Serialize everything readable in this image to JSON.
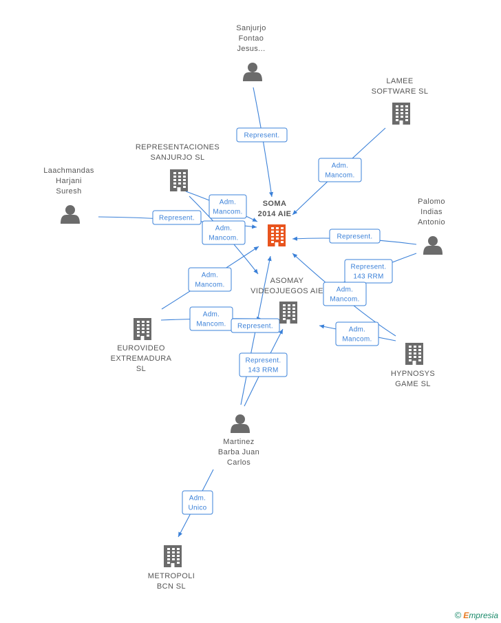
{
  "colors": {
    "edge": "#3a80d8",
    "icon": "#6b6b6b",
    "main_icon": "#e8541e",
    "text": "#555555"
  },
  "nodes": [
    {
      "id": "soma",
      "type": "company",
      "main": true,
      "lines": [
        "SOMA",
        "2014 AIE"
      ]
    },
    {
      "id": "sanjurjo",
      "type": "person",
      "lines": [
        "Sanjurjo",
        "Fontao",
        "Jesus..."
      ]
    },
    {
      "id": "lamee",
      "type": "company",
      "lines": [
        "LAMEE",
        "SOFTWARE SL"
      ]
    },
    {
      "id": "representaciones",
      "type": "company",
      "lines": [
        "REPRESENTACIONES",
        "SANJURJO SL"
      ]
    },
    {
      "id": "laachmandas",
      "type": "person",
      "lines": [
        "Laachmandas",
        "Harjani",
        "Suresh"
      ]
    },
    {
      "id": "palomo",
      "type": "person",
      "lines": [
        "Palomo",
        "Indias",
        "Antonio"
      ]
    },
    {
      "id": "asomay",
      "type": "company",
      "lines": [
        "ASOMAY",
        "VIDEOJUEGOS AIE"
      ]
    },
    {
      "id": "eurovideo",
      "type": "company",
      "lines": [
        "EUROVIDEO",
        "EXTREMADURA",
        "SL"
      ]
    },
    {
      "id": "hypnosys",
      "type": "company",
      "lines": [
        "HYPNOSYS",
        "GAME  SL"
      ]
    },
    {
      "id": "martinez",
      "type": "person",
      "lines": [
        "Martinez",
        "Barba Juan",
        "Carlos"
      ]
    },
    {
      "id": "metropoli",
      "type": "company",
      "lines": [
        "METROPOLI",
        "BCN SL"
      ]
    }
  ],
  "edge_labels": [
    {
      "id": "e1",
      "lines": [
        "Represent."
      ]
    },
    {
      "id": "e2",
      "lines": [
        "Adm.",
        "Mancom."
      ]
    },
    {
      "id": "e3",
      "lines": [
        "Adm.",
        "Mancom."
      ]
    },
    {
      "id": "e4",
      "lines": [
        "Represent."
      ]
    },
    {
      "id": "e5",
      "lines": [
        "Adm.",
        "Mancom."
      ]
    },
    {
      "id": "e6",
      "lines": [
        "Represent."
      ]
    },
    {
      "id": "e7",
      "lines": [
        "Represent.",
        "143 RRM"
      ]
    },
    {
      "id": "e8",
      "lines": [
        "Adm.",
        "Mancom."
      ]
    },
    {
      "id": "e9",
      "lines": [
        "Adm.",
        "Mancom."
      ]
    },
    {
      "id": "e10",
      "lines": [
        "Adm.",
        "Mancom."
      ]
    },
    {
      "id": "e11",
      "lines": [
        "Represent."
      ]
    },
    {
      "id": "e12",
      "lines": [
        "Adm.",
        "Mancom."
      ]
    },
    {
      "id": "e13",
      "lines": [
        "Represent.",
        "143 RRM"
      ]
    },
    {
      "id": "e14",
      "lines": [
        "Adm.",
        "Unico"
      ]
    }
  ],
  "watermark": {
    "symbol": "©",
    "brand_first": "E",
    "brand_rest": "mpresia"
  }
}
